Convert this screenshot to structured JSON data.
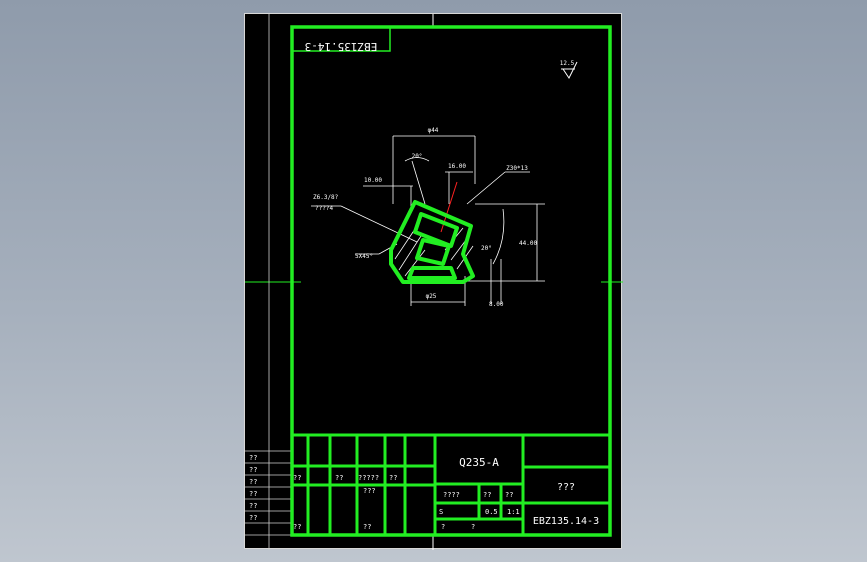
{
  "drawing": {
    "code_stamp_mirrored": "EBZ135.14-3",
    "roughness_value": "12.5",
    "dims": {
      "d44": "φ44",
      "a20_top": "20°",
      "d16": "16.00",
      "d10": "10.00",
      "thread": "Z30*13",
      "hole_spec_1": "Z6.3/8?",
      "hole_spec_2": "????4",
      "chamfer": "5X45°",
      "a20_right": "20°",
      "h44": "44.00",
      "d25": "φ25",
      "d8": "8.00"
    }
  },
  "title_block": {
    "material": "Q235-A",
    "name": "???",
    "drawing_no": "EBZ135.14-3",
    "scale_label": "????",
    "cell_q1": "??",
    "cell_q2": "??",
    "stage_s": "S",
    "weight": "0.5",
    "scale_ratio": "1:1",
    "sheet_q1": "?",
    "sheet_q2": "?",
    "row_label_a": "??",
    "row_label_b": "??",
    "row_label_c": "?????",
    "row_label_d": "??",
    "row_label_e": "???",
    "row_label_f": "??",
    "row_label_g": "??"
  },
  "side_strip": {
    "labels": [
      "??",
      "??",
      "??",
      "??",
      "??",
      "??"
    ]
  },
  "colors": {
    "frame": "#22ee22",
    "line": "#ffffff",
    "center": "#ff2222"
  }
}
